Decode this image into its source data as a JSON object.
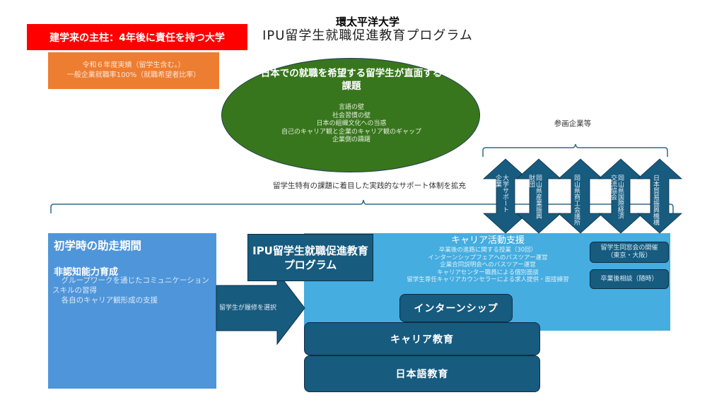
{
  "header": {
    "university": "環太平洋大学",
    "program_title": "IPU留学生就職促進教育プログラム"
  },
  "motto": "建学来の主柱：4年後に責任を持つ大学",
  "achievement": {
    "line1": "令和６年度実績（留学生含む。）",
    "line2": "一般企業就職率100%（就職希望者比率）"
  },
  "challenges": {
    "title": "日本での就職を希望する留学生が直面する課題",
    "items": [
      "言語の壁",
      "社会習慣の壁",
      "日本の組織文化への当惑",
      "自己のキャリア観と企業のキャリア観のギャップ",
      "企業側の躊躇"
    ]
  },
  "partners": {
    "label": "参画企業等",
    "items": [
      {
        "name": "大学サポート企業",
        "col1": "大学サポート",
        "col2": "企業"
      },
      {
        "name": "岡山県産業振興財団",
        "col1": "岡山県産業振興",
        "col2": "財団"
      },
      {
        "name": "岡山県商工会議所",
        "col1": "岡山県商工会議所",
        "col2": ""
      },
      {
        "name": "岡山県国際経済交流協会",
        "col1": "岡山県国際経済",
        "col2": "交流協会"
      },
      {
        "name": "日本貿易振興機構",
        "col1": "日本貿易振興機構",
        "col2": ""
      }
    ]
  },
  "support_caption": "留学生特有の課題に着目した実践的なサポート体制を拡充",
  "initial_period": {
    "title": "初学時の助走期間",
    "subtitle": "非認知能力育成",
    "items": [
      "グループワークを通じたコミュニケーションスキルの習得",
      "各自のキャリア観形成の支援"
    ]
  },
  "selection_arrow": "留学生が履修を選択",
  "program_box": {
    "line1": "IPU留学生就職促進教育",
    "line2": "プログラム"
  },
  "career_support": {
    "title": "キャリア活動支援",
    "items": [
      "卒業後の進路に関する授業（30回）",
      "インターンシップフェアへのバスツアー運営",
      "企業合同説明会へのバスツアー運営",
      "キャリアセンター職員による個別面談",
      "留学生専任キャリアカウンセラーによる求人提供・面接練習"
    ]
  },
  "alumni": {
    "line1": "留学生同窓会の開催",
    "line2": "（東京・大阪）"
  },
  "post_grad": "卒業後相談（随時）",
  "pillars": {
    "internship": "インターンシップ",
    "career_education": "キャリア教育",
    "japanese_education": "日本語教育"
  },
  "colors": {
    "red": "#ff0000",
    "orange": "#ed7d31",
    "green": "#38761d",
    "blue": "#4f95d9",
    "light_blue": "#45ade0",
    "dark_teal": "#175b7f",
    "bracket": "#2e6a8a"
  }
}
